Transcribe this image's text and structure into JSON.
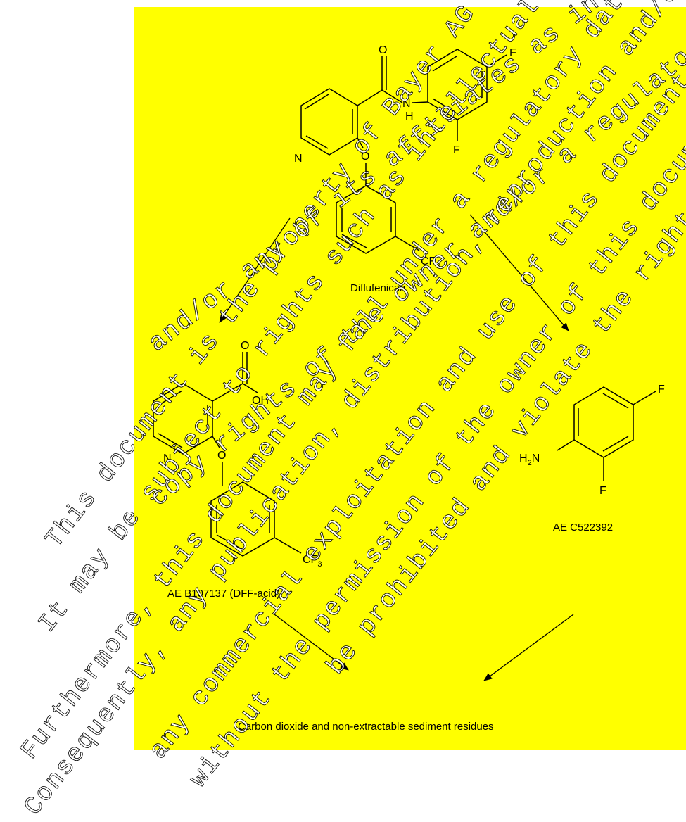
{
  "colors": {
    "background": "#ffff00",
    "ink": "#000000",
    "watermark_fill": "#ffffff"
  },
  "molecules": {
    "diflufenican": {
      "label": "Diflufenican",
      "atoms": {
        "O_carbonyl": "O",
        "N_amide": "N",
        "H_amide": "H",
        "F_top": "F",
        "F_bottom": "F",
        "N_ring": "N",
        "O_ether": "O",
        "CF": "CF",
        "CF_sub": "3"
      }
    },
    "dff_acid": {
      "label": "AE B107137 (DFF-acid)",
      "atoms": {
        "O_carbonyl": "O",
        "OH": "OH",
        "N_ring": "N",
        "O_ether": "O",
        "CF": "CF",
        "CF_sub": "3"
      }
    },
    "aniline": {
      "label": "AE C522392",
      "atoms": {
        "F_top": "F",
        "H": "H",
        "H_sub": "2",
        "N": "N",
        "F_bottom": "F"
      }
    },
    "end_product": {
      "label": "Carbon dioxide and non-extractable sediment residues"
    }
  },
  "watermark": [
    "This document is the property of Bayer AG",
    "and/or any of its affiliates as intellectual property.",
    "It may be subject to rights such as intellectual property and third party",
    "copy rights of the owner and/or a regulatory data protection",
    "Furthermore, this document may fall under a regulatory data protection regime.",
    "Consequently, any publication, distribution, reproduction and/or",
    "any commercial exploitation and use of this document or its contents",
    "without the permission of the owner of this document may therefore",
    "be prohibited and violate the rights of its owner."
  ]
}
